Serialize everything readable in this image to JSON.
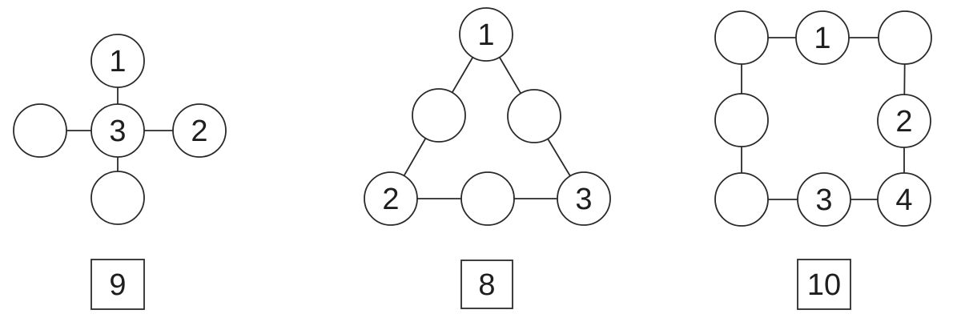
{
  "puzzles": [
    {
      "id": "cross",
      "nodes": [
        {
          "id": "top",
          "label": "1"
        },
        {
          "id": "left",
          "label": ""
        },
        {
          "id": "center",
          "label": "3"
        },
        {
          "id": "right",
          "label": "2"
        },
        {
          "id": "bottom",
          "label": ""
        }
      ],
      "edges": [
        [
          "top",
          "center"
        ],
        [
          "left",
          "center"
        ],
        [
          "center",
          "right"
        ],
        [
          "center",
          "bottom"
        ]
      ],
      "total": "9"
    },
    {
      "id": "triangle",
      "nodes": [
        {
          "id": "apex",
          "label": "1"
        },
        {
          "id": "left-mid",
          "label": ""
        },
        {
          "id": "right-mid",
          "label": ""
        },
        {
          "id": "bottom-left",
          "label": "2"
        },
        {
          "id": "bottom-mid",
          "label": ""
        },
        {
          "id": "bottom-right",
          "label": "3"
        }
      ],
      "edges": [
        [
          "apex",
          "left-mid"
        ],
        [
          "left-mid",
          "bottom-left"
        ],
        [
          "apex",
          "right-mid"
        ],
        [
          "right-mid",
          "bottom-right"
        ],
        [
          "bottom-left",
          "bottom-mid"
        ],
        [
          "bottom-mid",
          "bottom-right"
        ]
      ],
      "total": "8"
    },
    {
      "id": "square",
      "nodes": [
        {
          "id": "top-left",
          "label": ""
        },
        {
          "id": "top-mid",
          "label": "1"
        },
        {
          "id": "top-right",
          "label": ""
        },
        {
          "id": "mid-left",
          "label": ""
        },
        {
          "id": "mid-right",
          "label": "2"
        },
        {
          "id": "bottom-left",
          "label": ""
        },
        {
          "id": "bottom-mid",
          "label": "3"
        },
        {
          "id": "bottom-right",
          "label": "4"
        }
      ],
      "edges": [
        [
          "top-left",
          "top-mid"
        ],
        [
          "top-mid",
          "top-right"
        ],
        [
          "top-left",
          "mid-left"
        ],
        [
          "mid-left",
          "bottom-left"
        ],
        [
          "top-right",
          "mid-right"
        ],
        [
          "mid-right",
          "bottom-right"
        ],
        [
          "bottom-left",
          "bottom-mid"
        ],
        [
          "bottom-mid",
          "bottom-right"
        ]
      ],
      "total": "10"
    }
  ]
}
